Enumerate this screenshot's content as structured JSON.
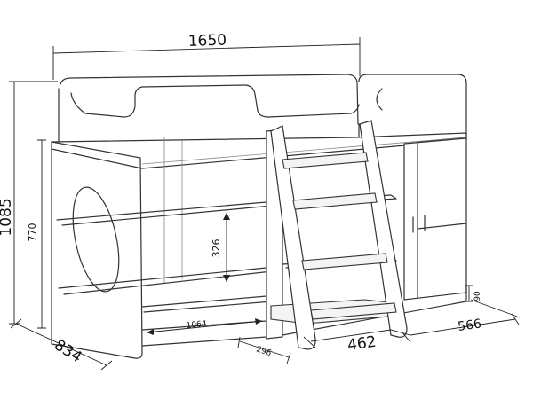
{
  "dimensions": {
    "overall_width": "1650",
    "overall_height": "1085",
    "lower_height": "770",
    "depth": "834",
    "inner_width": "1064",
    "shelf_gap": "326",
    "step_depth": "296",
    "desk_width": "462",
    "cabinet_width": "566",
    "plinth_height": "90"
  },
  "colors": {
    "line": "#333333",
    "dimension": "#222222",
    "background": "#ffffff"
  }
}
